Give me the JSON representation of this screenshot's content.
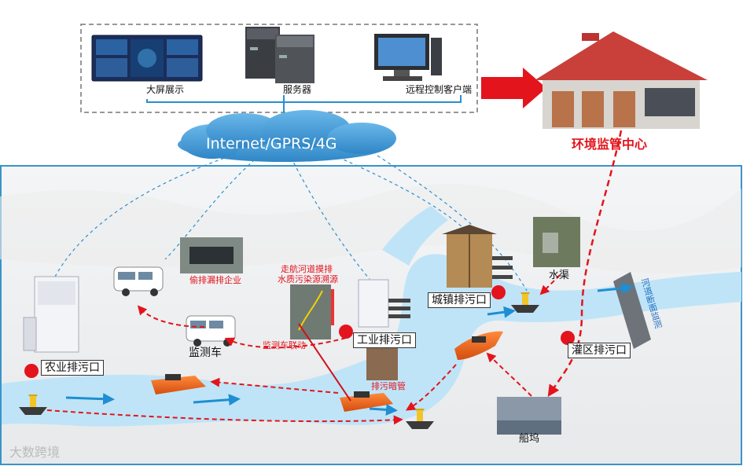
{
  "control": {
    "big_screen": "大屏展示",
    "server": "服务器",
    "remote_client": "远程控制客户端"
  },
  "network": "Internet/GPRS/4G",
  "center": "环境监管中心",
  "sites": {
    "township_outlet": "城镇排污口",
    "industrial_outlet": "工业排污口",
    "agricultural_outlet": "农业排污口",
    "irrigation_outlet": "灌区排污口",
    "canal": "水渠",
    "dock": "船坞",
    "monitor_vehicle": "监测车",
    "illegal_enterprise": "偷排漏排企业",
    "sewage_pipe": "排污暗管",
    "vehicle_linkage": "监测车联动",
    "river_section_monitor": "河道断面监测",
    "trace_line1": "走航河道摸排",
    "trace_line2": "水质污染源溯源"
  },
  "watermark": "大数跨境",
  "colors": {
    "accent_red": "#e3141c",
    "river": "#bfe4f7",
    "frame_blue": "#3a93c9",
    "cloud": "#4fa3dc",
    "tag_border": "#333333"
  }
}
